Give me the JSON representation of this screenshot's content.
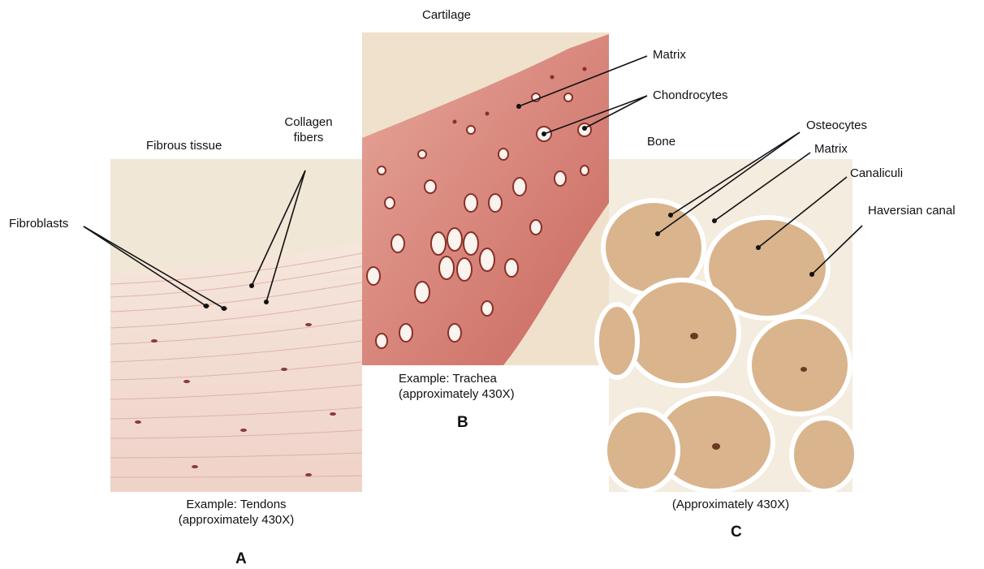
{
  "panels": {
    "a": {
      "title": "Fibrous tissue",
      "caption_line1": "Example: Tendons",
      "caption_line2": "(approximately 430X)",
      "letter": "A",
      "labels": {
        "collagen_line1": "Collagen",
        "collagen_line2": "fibers",
        "fibroblasts": "Fibroblasts"
      }
    },
    "b": {
      "title": "Cartilage",
      "caption_line1": "Example: Trachea",
      "caption_line2": "(approximately 430X)",
      "letter": "B",
      "labels": {
        "matrix": "Matrix",
        "chondrocytes": "Chondrocytes"
      }
    },
    "c": {
      "title": "Bone",
      "caption_line1": "(Approximately 430X)",
      "letter": "C",
      "labels": {
        "osteocytes": "Osteocytes",
        "matrix": "Matrix",
        "canaliculi": "Canaliculi",
        "haversian_canal": "Haversian canal"
      }
    }
  },
  "colors": {
    "background_tan": "#efe3cc",
    "tendon_fiber": "#f4dcd4",
    "cartilage_pink": "#d88a80",
    "bone_tan": "#d9b48c",
    "cell_dark": "#6a2a22"
  }
}
